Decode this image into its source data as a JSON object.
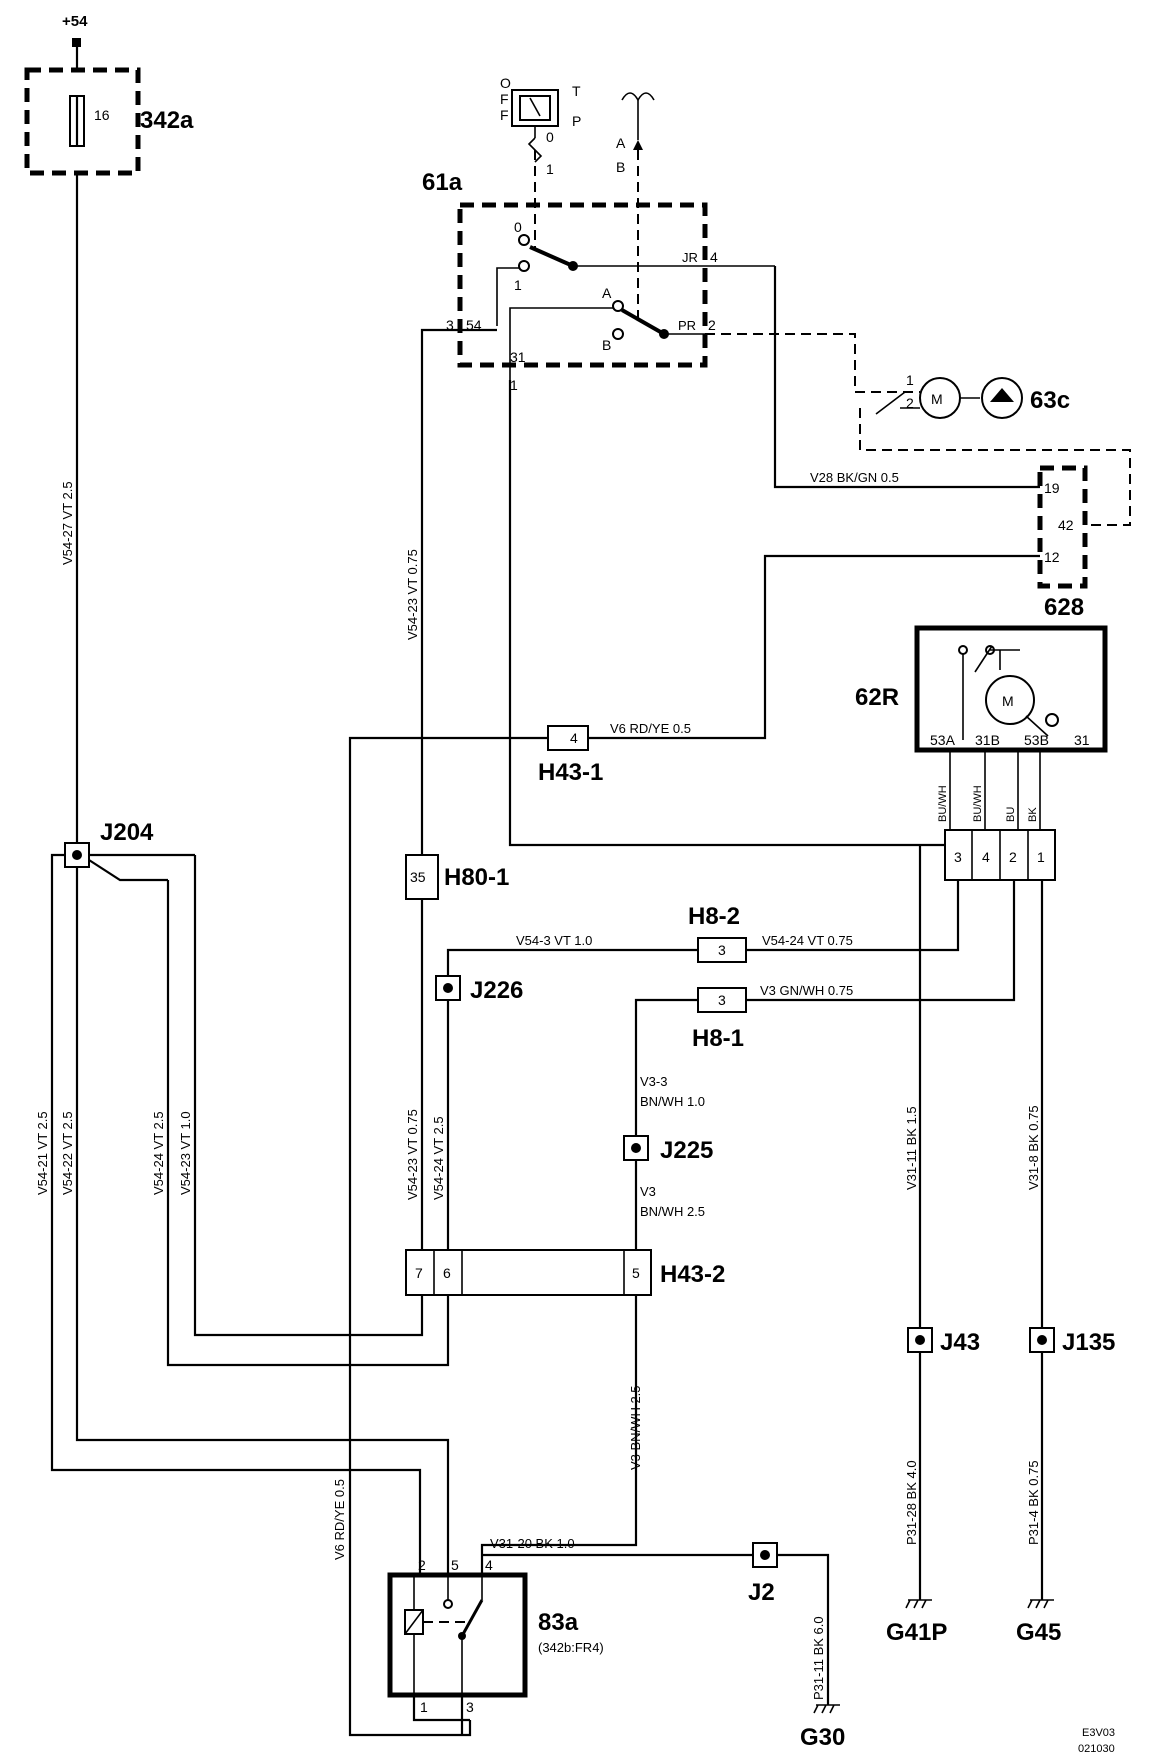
{
  "supply": {
    "label": "+54"
  },
  "fuse": {
    "id": "342a",
    "number": "16"
  },
  "switch61a": {
    "id": "61a",
    "off_label": "OFF",
    "tp_label": "TP",
    "pin0": "0",
    "pin1": "1",
    "pinA": "A",
    "pinB": "B",
    "contact0": "0",
    "contact1": "1",
    "contactA": "A",
    "contactB": "B",
    "jr": "JR",
    "pr": "PR",
    "pin4": "4",
    "pin2": "2",
    "pin3": "3",
    "pin54": "54",
    "pin31": "31",
    "pin1b": "1"
  },
  "pump63c": {
    "id": "63c",
    "motor": "M",
    "p1": "1",
    "p2": "2"
  },
  "module628": {
    "id": "628",
    "p19": "19",
    "p42": "42",
    "p12": "12"
  },
  "motor62R": {
    "id": "62R",
    "motor": "M",
    "t53a": "53A",
    "t31b": "31B",
    "t53b": "53B",
    "t31": "31",
    "c_buwh1": "BU/WH",
    "c_buwh2": "BU/WH",
    "c_bu": "BU",
    "c_bk": "BK",
    "p3": "3",
    "p4": "4",
    "p2": "2",
    "p1": "1"
  },
  "connectors": {
    "h43_1": {
      "id": "H43-1",
      "pin": "4"
    },
    "h80_1": {
      "id": "H80-1",
      "pin": "35"
    },
    "h8_2": {
      "id": "H8-2",
      "pin": "3"
    },
    "h8_1": {
      "id": "H8-1",
      "pin": "3"
    },
    "h43_2": {
      "id": "H43-2",
      "p7": "7",
      "p6": "6",
      "p5": "5"
    }
  },
  "junctions": {
    "j204": "J204",
    "j226": "J226",
    "j225": "J225",
    "j43": "J43",
    "j135": "J135",
    "j2": "J2"
  },
  "relay83a": {
    "id": "83a",
    "note": "(342b:FR4)",
    "p2": "2",
    "p5": "5",
    "p4": "4",
    "p1": "1",
    "p3": "3"
  },
  "grounds": {
    "g41p": "G41P",
    "g45": "G45",
    "g30": "G30"
  },
  "wires": {
    "v54_27": "V54-27  VT  2.5",
    "v54_23a": "V54-23  VT  0.75",
    "v28": "V28  BK/GN  0.5",
    "v6a": "V6  RD/YE  0.5",
    "v54_3": "V54-3  VT  1.0",
    "v54_24a": "V54-24  VT  0.75",
    "v3a": "V3  GN/WH  0.75",
    "v3_3a": "V3-3",
    "v3_3b": "BN/WH  1.0",
    "v3b1": "V3",
    "v3b2": "BN/WH  2.5",
    "v54_21": "V54-21  VT  2.5",
    "v54_22": "V54-22  VT  2.5",
    "v54_24b": "V54-24  VT  2.5",
    "v54_23b": "V54-23  VT  1.0",
    "v54_23c": "V54-23  VT  0.75",
    "v54_24c": "V54-24  VT  2.5",
    "v3c": "V3  BN/WH  2.5",
    "v6b": "V6  RD/YE  0.5",
    "v31_11a": "V31-11  BK  1.5",
    "v31_8": "V31-8  BK  0.75",
    "p31_28": "P31-28  BK  4.0",
    "p31_4": "P31-4  BK  0.75",
    "v31_20": "V31-20  BK  1.0",
    "p31_11": "P31-11  BK  6.0"
  },
  "footer": {
    "code": "E3V03",
    "date": "021030"
  }
}
